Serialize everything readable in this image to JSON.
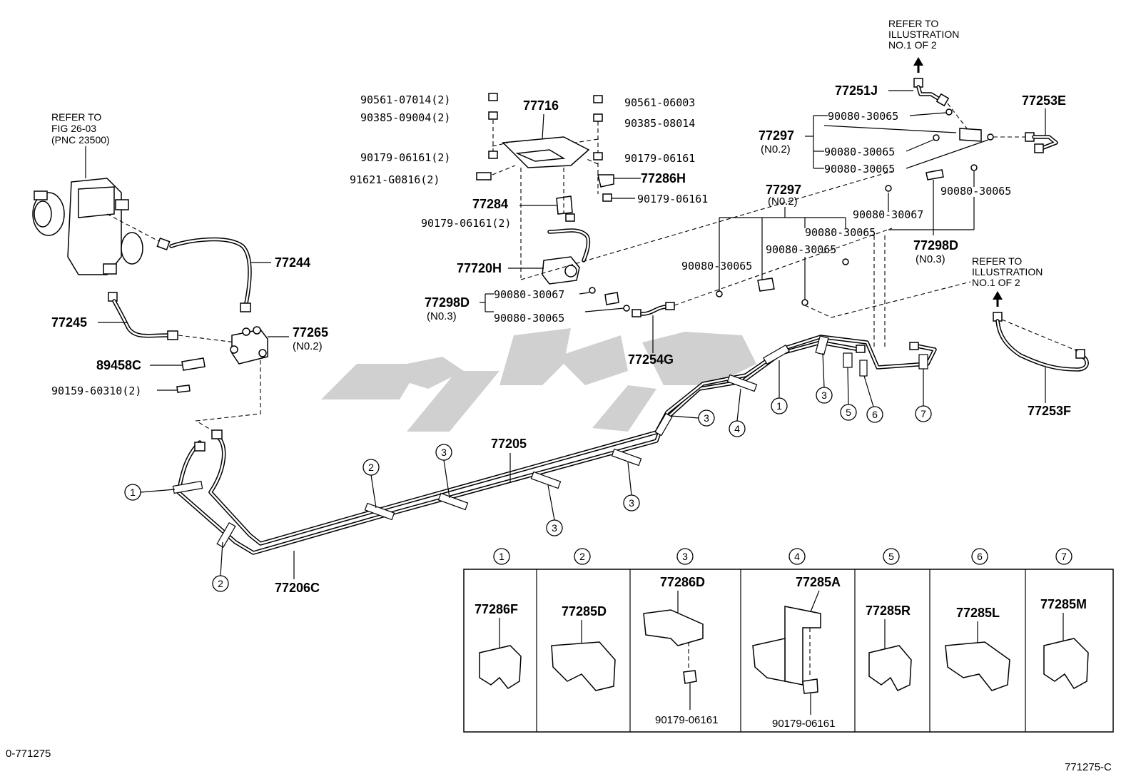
{
  "refer_notes": {
    "top_right": [
      "REFER TO",
      "ILLUSTRATION",
      "NO.1 OF 2"
    ],
    "mid_right": [
      "REFER TO",
      "ILLUSTRATION",
      "NO.1 OF 2"
    ],
    "left": [
      "REFER TO",
      "FIG 26-03",
      "(PNC 23500)"
    ]
  },
  "parts": {
    "p77251J": "77251J",
    "p77253E": "77253E",
    "p77297a": "77297",
    "p77297a_note": "(N0.2)",
    "p90080_a": "90080-30065",
    "p90080_b": "90080-30065",
    "p90080_c": "90080-30065",
    "p90080_d": "90080-30065",
    "p90080_e": "90080-30067",
    "p77298D_r": "77298D",
    "p77298D_r_note": "(N0.3)",
    "p77297b": "77297",
    "p77297b_note": "(N0.2)",
    "p90080_f": "90080-30065",
    "p90080_g": "90080-30065",
    "p90080_h": "90080-30065",
    "p90561_a": "90561-07014(2)",
    "p90385_a": "90385-09004(2)",
    "p90179_a": "90179-06161(2)",
    "p91621": "91621-G0816(2)",
    "p77716": "77716",
    "p90561_b": "90561-06003",
    "p90385_b": "90385-08014",
    "p90179_b": "90179-06161",
    "p77286H": "77286H",
    "p90179_c": "90179-06161",
    "p77284": "77284",
    "p90179_d": "90179-06161(2)",
    "p77720H": "77720H",
    "p77298D_l": "77298D",
    "p77298D_l_note": "(N0.3)",
    "p90080_i": "90080-30067",
    "p90080_j": "90080-30065",
    "p77254G": "77254G",
    "p77244": "77244",
    "p77245": "77245",
    "p77265": "77265",
    "p77265_note": "(N0.2)",
    "p89458C": "89458C",
    "p90159": "90159-60310(2)",
    "p77205": "77205",
    "p77206C": "77206C",
    "p77253F": "77253F"
  },
  "callouts": [
    "1",
    "2",
    "3",
    "4",
    "5",
    "6",
    "7"
  ],
  "panels": [
    {
      "num": "1",
      "part": "77286F"
    },
    {
      "num": "2",
      "part": "77285D"
    },
    {
      "num": "3",
      "part": "77286D",
      "sub": "90179-06161"
    },
    {
      "num": "4",
      "part": "77285A",
      "sub": "90179-06161"
    },
    {
      "num": "5",
      "part": "77285R"
    },
    {
      "num": "6",
      "part": "77285L"
    },
    {
      "num": "7",
      "part": "77285M"
    }
  ],
  "footer": {
    "left": "0-771275",
    "right": "771275-C"
  }
}
